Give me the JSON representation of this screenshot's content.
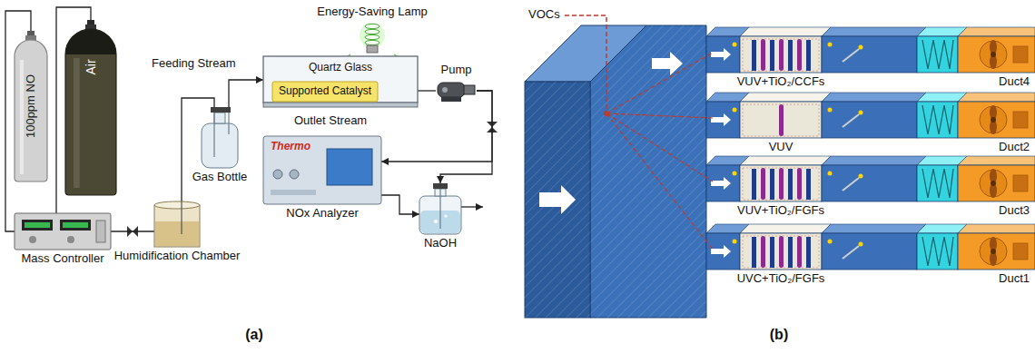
{
  "diagram": {
    "nodes": [
      {
        "text": [
          "100ppm NO"
        ]
      },
      {
        "text": [
          "Air"
        ]
      },
      {
        "text": [
          "Energy-Saving Lamp"
        ]
      },
      {
        "text": [
          "Quartz Glass"
        ]
      },
      {
        "text": [
          "Supported Catalyst"
        ],
        "in": 3
      },
      {
        "text": [
          "Pump"
        ]
      },
      {
        "text": [
          "Gas Bottle"
        ]
      },
      {
        "text": [
          "Thermo",
          "NOx Analyzer"
        ]
      },
      {
        "text": [
          "NaOH"
        ]
      },
      {
        "text": [
          "Mass Controller"
        ]
      },
      {
        "text": [
          "Humidification Chamber"
        ]
      },
      {
        "text": [
          "VUV+TiO₂/CCFs",
          "Duct4"
        ]
      },
      {
        "text": [
          "VUV",
          "Duct2"
        ]
      },
      {
        "text": [
          "VUV+TiO₂/FGFs",
          "Duct3"
        ]
      },
      {
        "text": [
          "UVC+TiO₂/FGFs",
          "Duct1"
        ]
      }
    ],
    "edges": [
      {
        "from": 0,
        "to": 9,
        "arrow": "none"
      },
      {
        "from": 1,
        "to": 9,
        "arrow": "none"
      },
      {
        "from": 9,
        "to": 10,
        "arrow": "none"
      },
      {
        "from": 10,
        "to": 6,
        "arrow": "none"
      },
      {
        "from": 6,
        "to": 3,
        "arrow": "to"
      },
      {
        "from": 3,
        "to": 5,
        "arrow": "none"
      },
      {
        "from": 5,
        "to": 7,
        "arrow": "to"
      },
      {
        "from": 5,
        "to": 8,
        "arrow": "to"
      },
      {
        "from": 7,
        "to": 8,
        "arrow": "to"
      }
    ],
    "labels": [
      "Feeding Stream",
      "Outlet Stream",
      "VOCs",
      "(a)",
      "(b)"
    ]
  }
}
